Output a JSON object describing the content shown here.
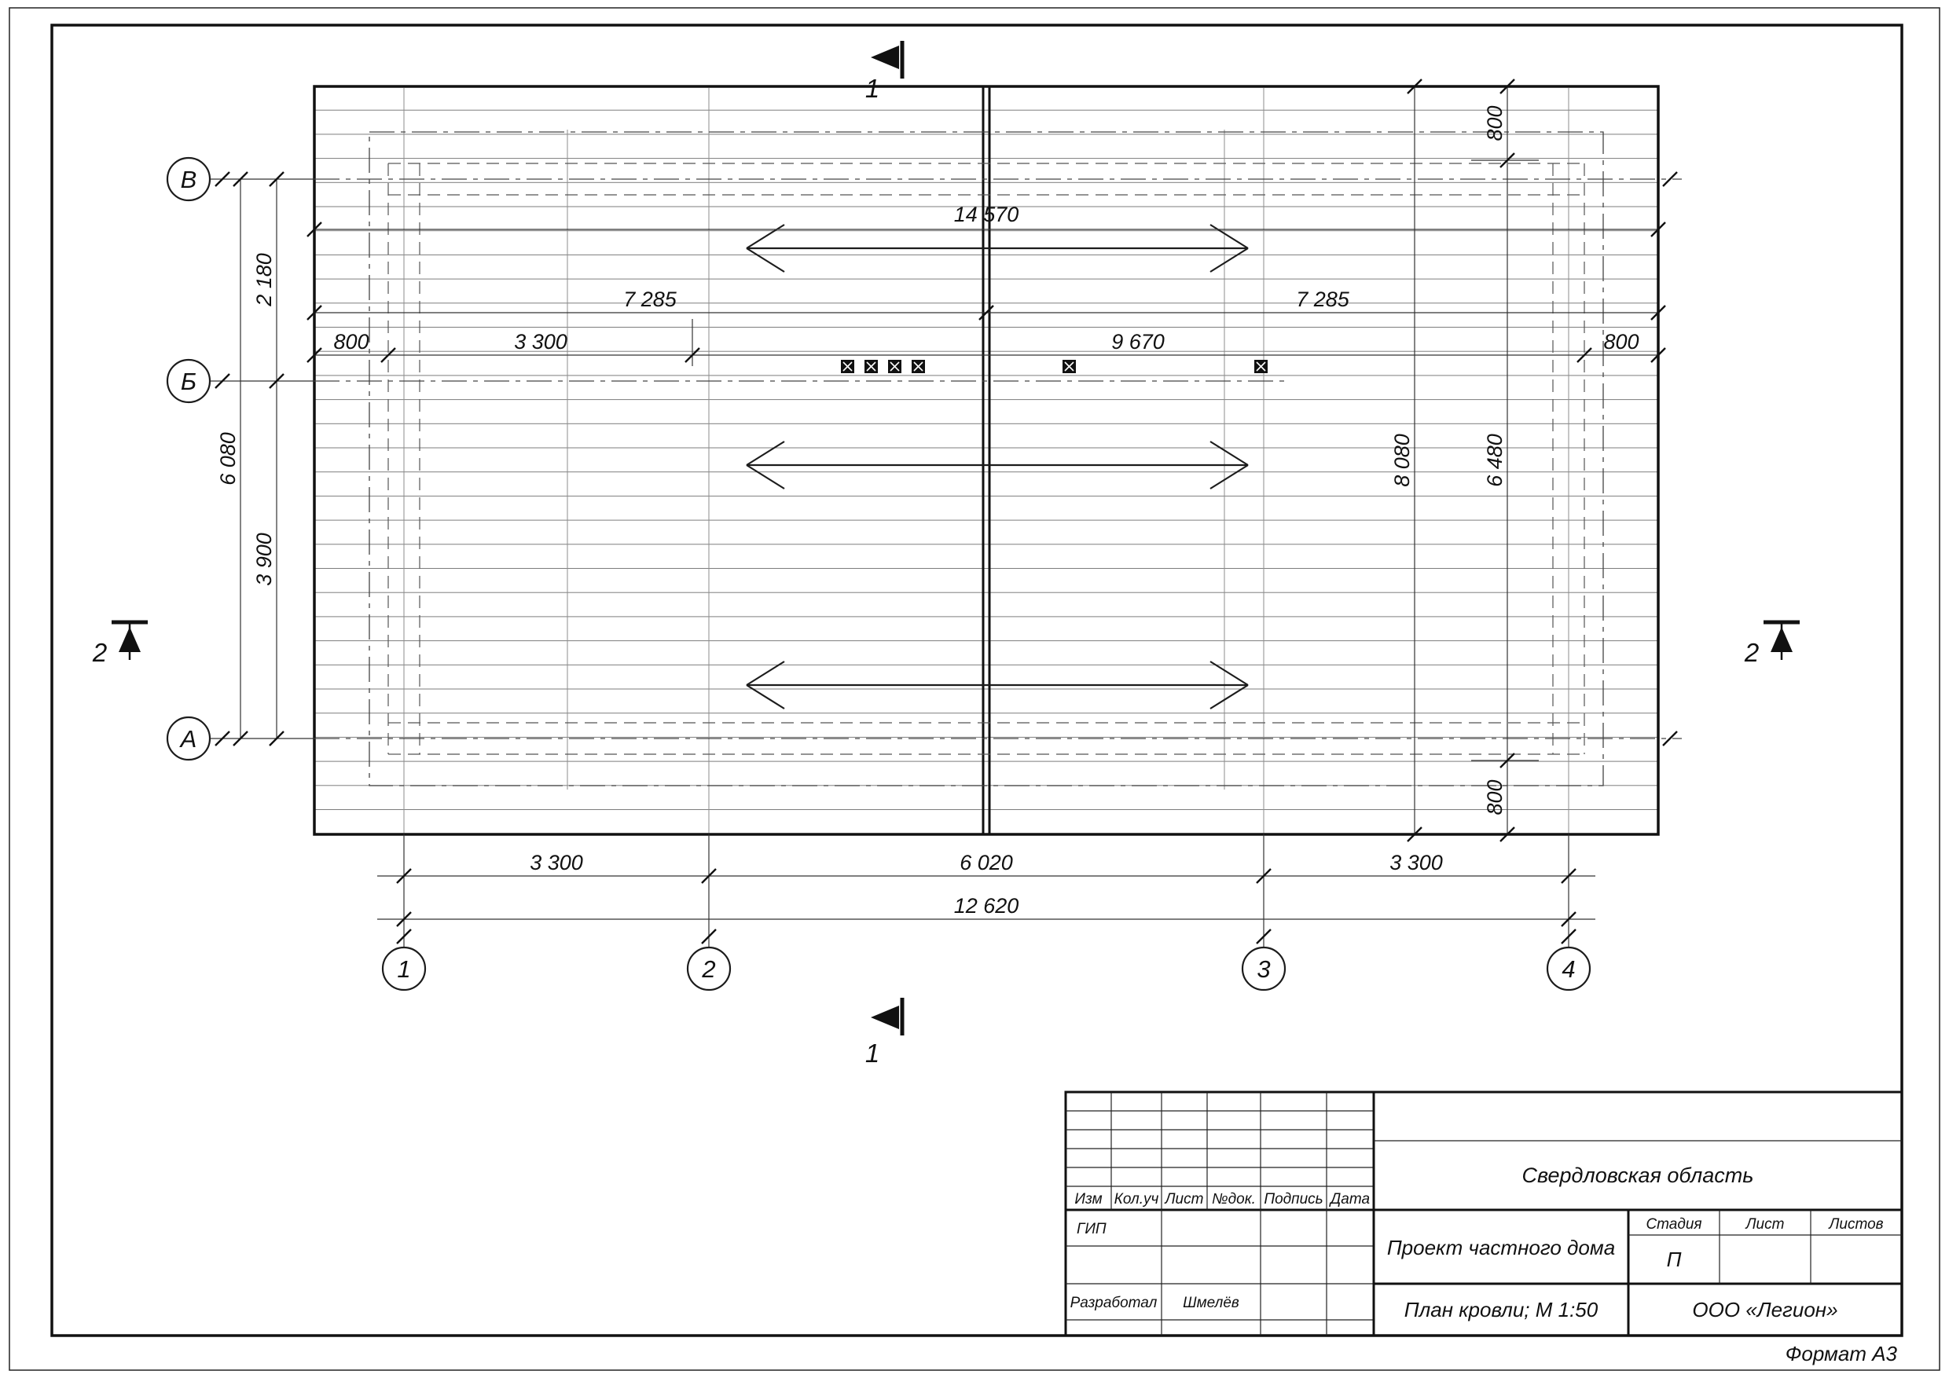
{
  "sheet": {
    "format_label": "Формат А3"
  },
  "axes": {
    "rows": [
      "В",
      "Б",
      "А"
    ],
    "cols": [
      "1",
      "2",
      "3",
      "4"
    ]
  },
  "sections": {
    "s1": "1",
    "s2": "2"
  },
  "dims": {
    "overall_top": "14 570",
    "half_left": "7 285",
    "half_right": "7 285",
    "eave_left": "800",
    "bay_top": "3 300",
    "span_mid": "9 670",
    "eave_right": "800",
    "v_2180": "2 180",
    "v_6080": "6 080",
    "v_3900": "3 900",
    "v_8080": "8 080",
    "v_6480": "6 480",
    "v_800_top": "800",
    "v_800_bottom": "800",
    "bottom_3300_left": "3 300",
    "bottom_6020": "6 020",
    "bottom_3300_right": "3 300",
    "bottom_overall": "12 620"
  },
  "title_block": {
    "header_cols": [
      "Изм",
      "Кол.уч",
      "Лист",
      "№док.",
      "Подпись",
      "Дата"
    ],
    "rows": {
      "gip": "ГИП",
      "developer": "Разработал",
      "developer_name": "Шмелёв"
    },
    "region": "Свердловская область",
    "project": "Проект частного дома",
    "doc_title": "План кровли; М 1:50",
    "company": "ООО «Легион»",
    "stage_label": "Стадия",
    "list_label": "Лист",
    "lists_label": "Листов",
    "stage_value": "П"
  }
}
